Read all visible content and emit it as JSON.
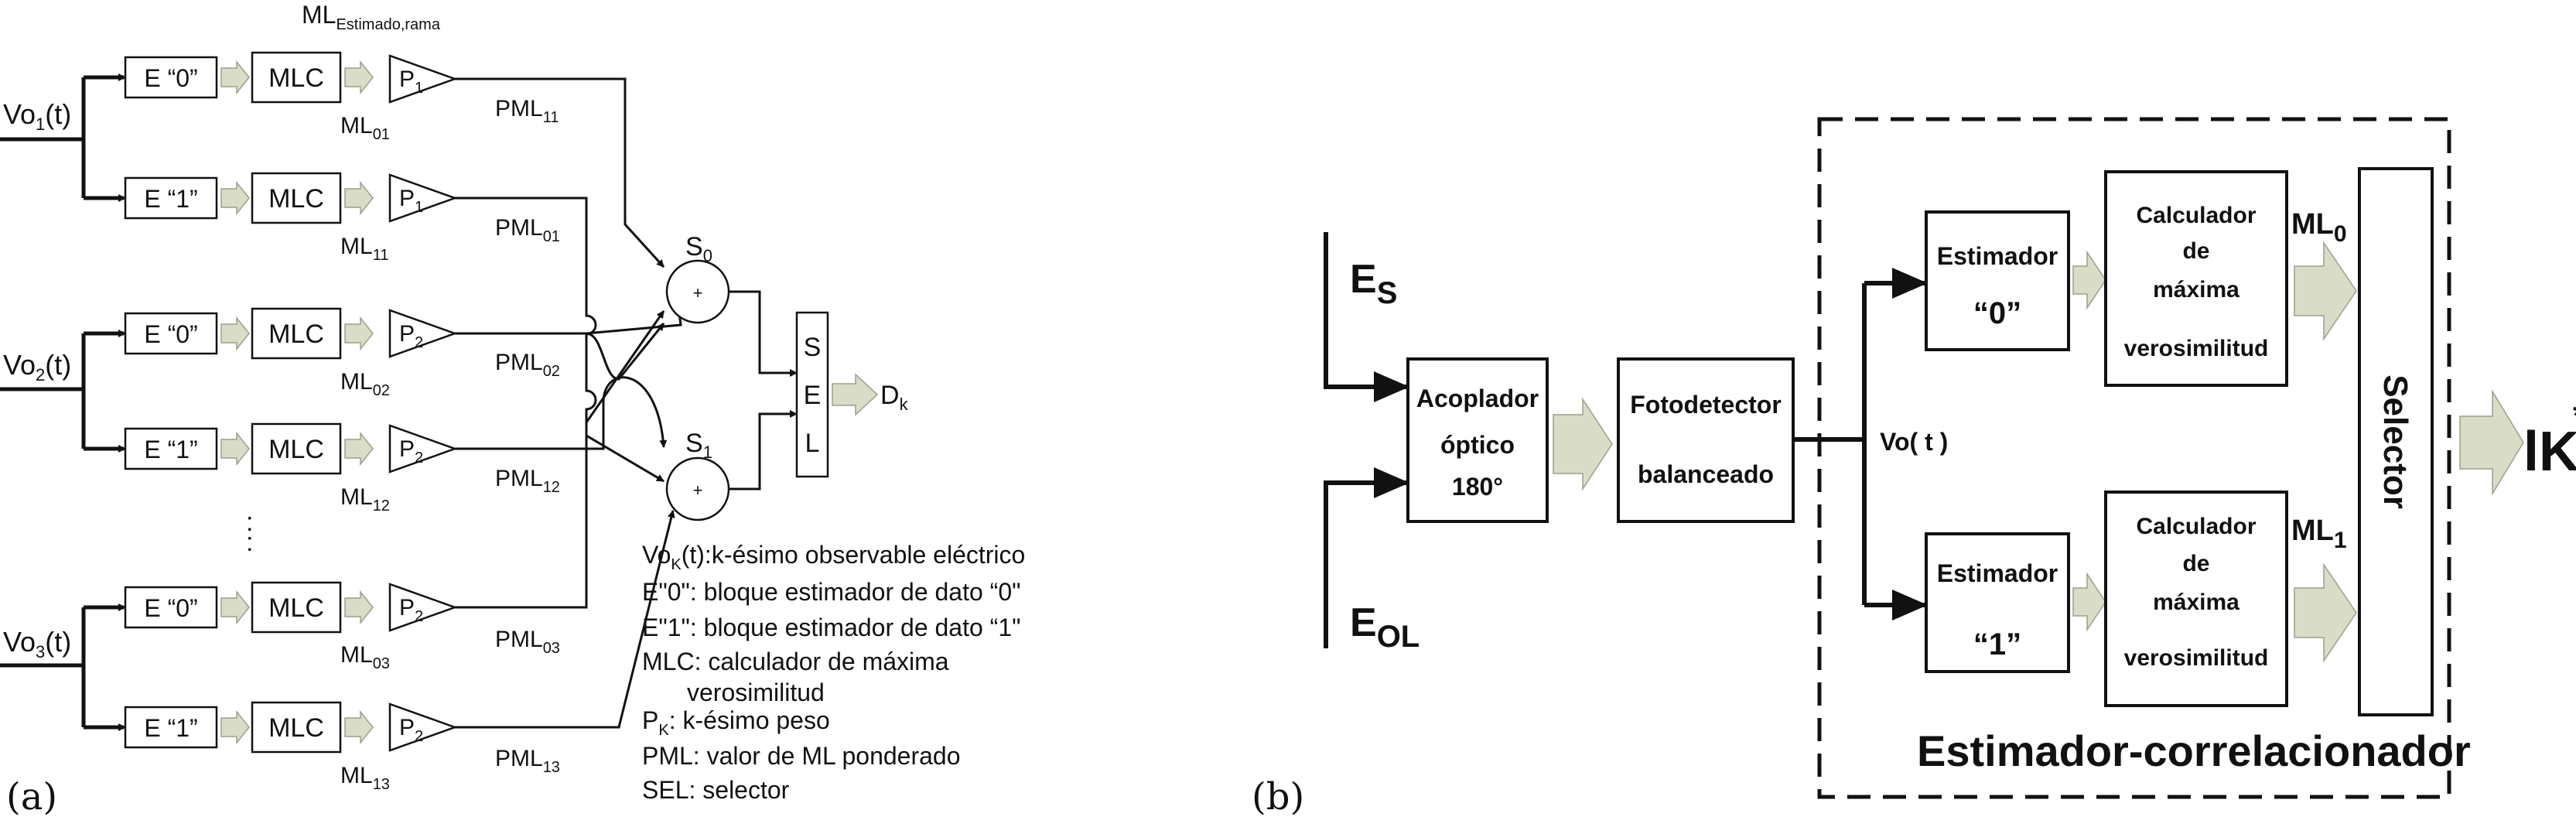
{
  "panel_a": {
    "label": "(a)",
    "ml_top": "ML",
    "ml_top_sub": "Estimado,rama",
    "inputs": [
      {
        "base": "Vo",
        "sub": "1",
        "tail": "(t)"
      },
      {
        "base": "Vo",
        "sub": "2",
        "tail": "(t)"
      },
      {
        "base": "Vo",
        "sub": "3",
        "tail": "(t)"
      }
    ],
    "rows": [
      {
        "est": "E “0”",
        "mlc": "MLC",
        "p": "P",
        "p_sub": "1",
        "ml": "ML",
        "ml_sub": "01",
        "pml": "PML",
        "pml_sub": "11"
      },
      {
        "est": "E “1”",
        "mlc": "MLC",
        "p": "P",
        "p_sub": "1",
        "ml": "ML",
        "ml_sub": "11",
        "pml": "PML",
        "pml_sub": "01"
      },
      {
        "est": "E “0”",
        "mlc": "MLC",
        "p": "P",
        "p_sub": "2",
        "ml": "ML",
        "ml_sub": "02",
        "pml": "PML",
        "pml_sub": "02"
      },
      {
        "est": "E “1”",
        "mlc": "MLC",
        "p": "P",
        "p_sub": "2",
        "ml": "ML",
        "ml_sub": "12",
        "pml": "PML",
        "pml_sub": "12"
      },
      {
        "est": "E “0”",
        "mlc": "MLC",
        "p": "P",
        "p_sub": "2",
        "ml": "ML",
        "ml_sub": "03",
        "pml": "PML",
        "pml_sub": "03"
      },
      {
        "est": "E “1”",
        "mlc": "MLC",
        "p": "P",
        "p_sub": "2",
        "ml": "ML",
        "ml_sub": "13",
        "pml": "PML",
        "pml_sub": "13"
      }
    ],
    "dots": ":",
    "sum_symbol": "+",
    "s0": "S",
    "s0_sub": "0",
    "s1": "S",
    "s1_sub": "1",
    "sel_letters": [
      "S",
      "E",
      "L"
    ],
    "dk": "D",
    "dk_sub": "k",
    "legend": {
      "l1_a": "Vo",
      "l1_sub": "K",
      "l1_b": "(t):k-ésimo observable eléctrico",
      "l2": "E\"0\": bloque estimador de dato “0\"",
      "l3": "E\"1\": bloque estimador de dato “1\"",
      "l4": "MLC: calculador de máxima",
      "l5": "verosimilitud",
      "l6_a": "P",
      "l6_sub": "K",
      "l6_b": ": k-ésimo peso",
      "l7": "PML: valor de ML ponderado",
      "l8": "SEL: selector"
    }
  },
  "panel_b": {
    "label": "(b)",
    "es": "E",
    "es_sub": "S",
    "eol": "E",
    "eol_sub": "OL",
    "coupler": [
      "Acoplador",
      "óptico",
      "180°"
    ],
    "photodetector": [
      "Fotodetector",
      "balanceado"
    ],
    "vo": "Vo( t )",
    "est0": [
      "Estimador",
      "“0”"
    ],
    "est1": [
      "Estimador",
      "“1”"
    ],
    "calc0": [
      "Calculador",
      "de",
      "máxima",
      "verosimilitud"
    ],
    "calc1": [
      "Calculador",
      "de",
      "máxima",
      "verosimilitud"
    ],
    "ml0": "ML",
    "ml0_sub": "0",
    "ml1": "ML",
    "ml1_sub": "1",
    "selector": "Selector",
    "output": "lK",
    "output_sup": "*",
    "group_label": "Estimador-correlacionador"
  }
}
